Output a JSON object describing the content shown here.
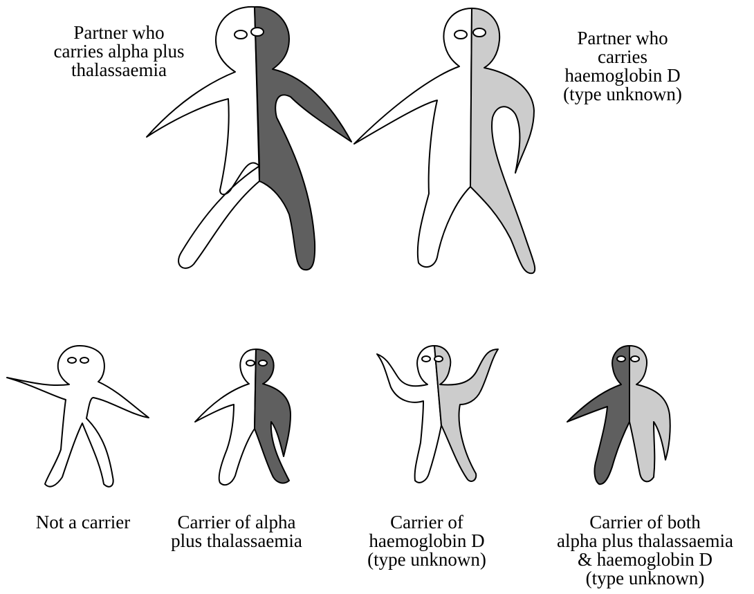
{
  "colors": {
    "not_carrier": "#ffffff",
    "alpha_plus_thalassaemia": "#5f5f5f",
    "haemoglobin_d": "#cccccc",
    "outline": "#000000"
  },
  "parents": {
    "left": {
      "lines": [
        "Partner who",
        "carries alpha plus",
        "thalassaemia"
      ],
      "icon": "person-figure-half-dark"
    },
    "right": {
      "lines": [
        "Partner who",
        "carries",
        "haemoglobin D",
        "(type unknown)"
      ],
      "icon": "person-figure-half-light-grey"
    }
  },
  "children": [
    {
      "lines": [
        "Not a carrier"
      ],
      "icon": "person-figure-white"
    },
    {
      "lines": [
        "Carrier of alpha",
        "plus thalassaemia"
      ],
      "icon": "person-figure-half-dark"
    },
    {
      "lines": [
        "Carrier of",
        "haemoglobin D",
        "(type unknown)"
      ],
      "icon": "person-figure-half-light-grey"
    },
    {
      "lines": [
        "Carrier of both",
        "alpha plus thalassaemia",
        "& haemoglobin D",
        "(type unknown)"
      ],
      "icon": "person-figure-dark-and-light-grey"
    }
  ]
}
